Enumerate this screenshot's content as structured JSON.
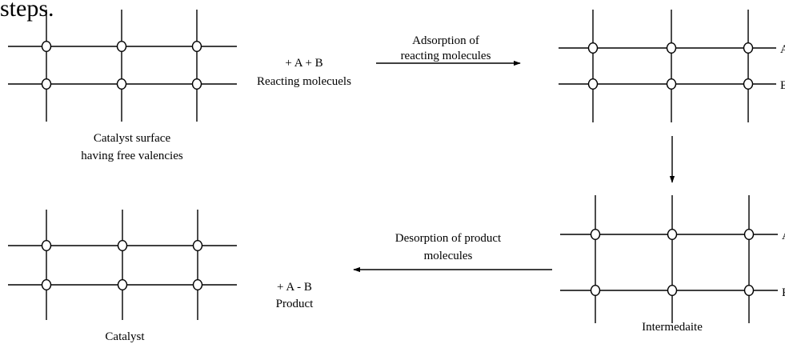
{
  "heading": "steps.",
  "panels": {
    "top_left": {
      "caption_lines": [
        "Catalyst surface",
        "having free valencies"
      ],
      "side_labels": []
    },
    "top_right": {
      "caption_lines": [],
      "side_labels": [
        "A",
        "E"
      ]
    },
    "bottom_right": {
      "caption_lines": [
        "Intermedaite"
      ],
      "side_labels": [
        "A",
        "E"
      ]
    },
    "bottom_left": {
      "caption_lines": [
        "Catalyst"
      ],
      "side_labels": []
    }
  },
  "transitions": {
    "reactants": {
      "lines": [
        "+ A + B",
        "Reacting molecuels"
      ]
    },
    "adsorption": {
      "label_lines": [
        "Adsorption of",
        "reacting molecules"
      ],
      "direction": "right"
    },
    "down": {
      "direction": "down"
    },
    "desorption": {
      "label_lines": [
        "Desorption of product",
        "molecules"
      ],
      "direction": "left"
    },
    "product": {
      "lines": [
        "+ A - B",
        "Product"
      ]
    }
  },
  "site_symbol": "O"
}
